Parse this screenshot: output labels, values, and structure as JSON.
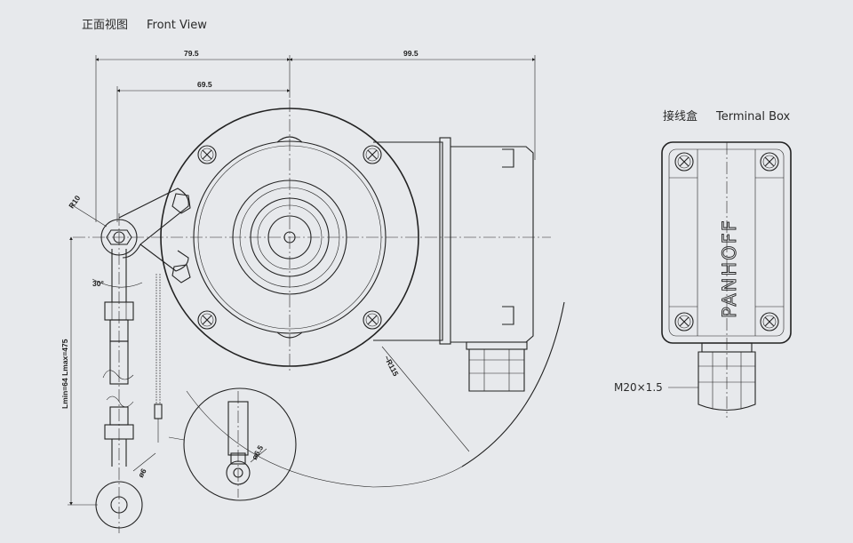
{
  "front_view": {
    "title_cn": "正面视图",
    "title_en": "Front View",
    "dim_overall_left": "79.5",
    "dim_overall_right": "99.5",
    "dim_inner_left": "69.5",
    "dim_radius_eye": "R10",
    "dim_angle": "30°",
    "dim_length": "Lmin=64 Lmax=475",
    "dim_radius_arc": "~R115",
    "dim_hole": "ø6",
    "dim_cable": "ø6.5"
  },
  "terminal_box": {
    "title_cn": "接线盒",
    "title_en": "Terminal Box",
    "brand": "PANHOFF",
    "thread_label": "M20×1.5"
  }
}
